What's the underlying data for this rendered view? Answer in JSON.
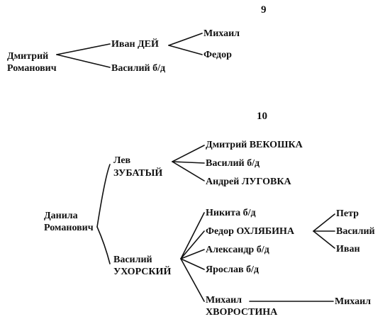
{
  "trees": [
    {
      "page_number": "9",
      "root": {
        "name": "Дмитрий",
        "patronymic": "Романович"
      },
      "children": [
        {
          "label": "Иван ДЕЙ",
          "children": [
            "Михаил",
            "Федор"
          ]
        },
        {
          "label": "Василий  б/д"
        }
      ]
    },
    {
      "page_number": "10",
      "root": {
        "name": "Данила",
        "patronymic": "Романович"
      },
      "children": [
        {
          "name": "Лев",
          "nickname": "ЗУБАТЫЙ",
          "children": [
            "Дмитрий ВЕКОШКА",
            "Василий  б/д",
            "Андрей ЛУГОВКА"
          ]
        },
        {
          "name": "Василий",
          "nickname": "УХОРСКИЙ",
          "children": [
            {
              "label": "Никита  б/д"
            },
            {
              "label": "Федор ОХЛЯБИНА",
              "children": [
                "Петр",
                "Василий",
                "Иван"
              ]
            },
            {
              "label": "Александр  б/д"
            },
            {
              "label": "Ярослав  б/д"
            },
            {
              "name": "Михаил",
              "nickname": "ХВОРОСТИНА",
              "children": [
                "Михаил"
              ]
            }
          ]
        }
      ]
    }
  ]
}
